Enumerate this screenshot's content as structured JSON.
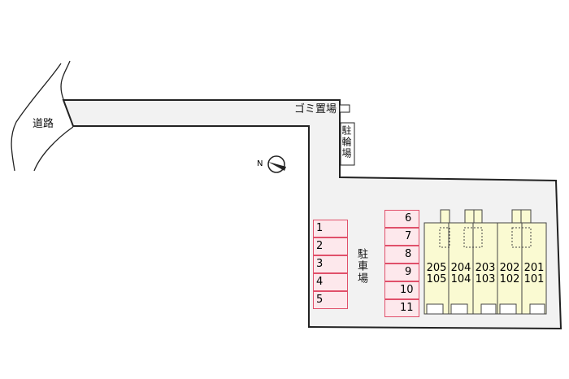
{
  "labels": {
    "road": "道路",
    "garbage": "ゴミ置場",
    "bicycle_parking": "駐輪場",
    "parking": "駐車場"
  },
  "parking_left": [
    "1",
    "2",
    "3",
    "4",
    "5"
  ],
  "parking_right": [
    "6",
    "7",
    "8",
    "9",
    "10",
    "11"
  ],
  "units": [
    {
      "upper": "205",
      "lower": "105"
    },
    {
      "upper": "204",
      "lower": "104"
    },
    {
      "upper": "203",
      "lower": "103"
    },
    {
      "upper": "202",
      "lower": "102"
    },
    {
      "upper": "201",
      "lower": "101"
    }
  ],
  "colors": {
    "lot": "#f2f2f2",
    "spot_fill": "#fde8ec",
    "spot_border": "#e0506a",
    "building": "#fafad2"
  }
}
